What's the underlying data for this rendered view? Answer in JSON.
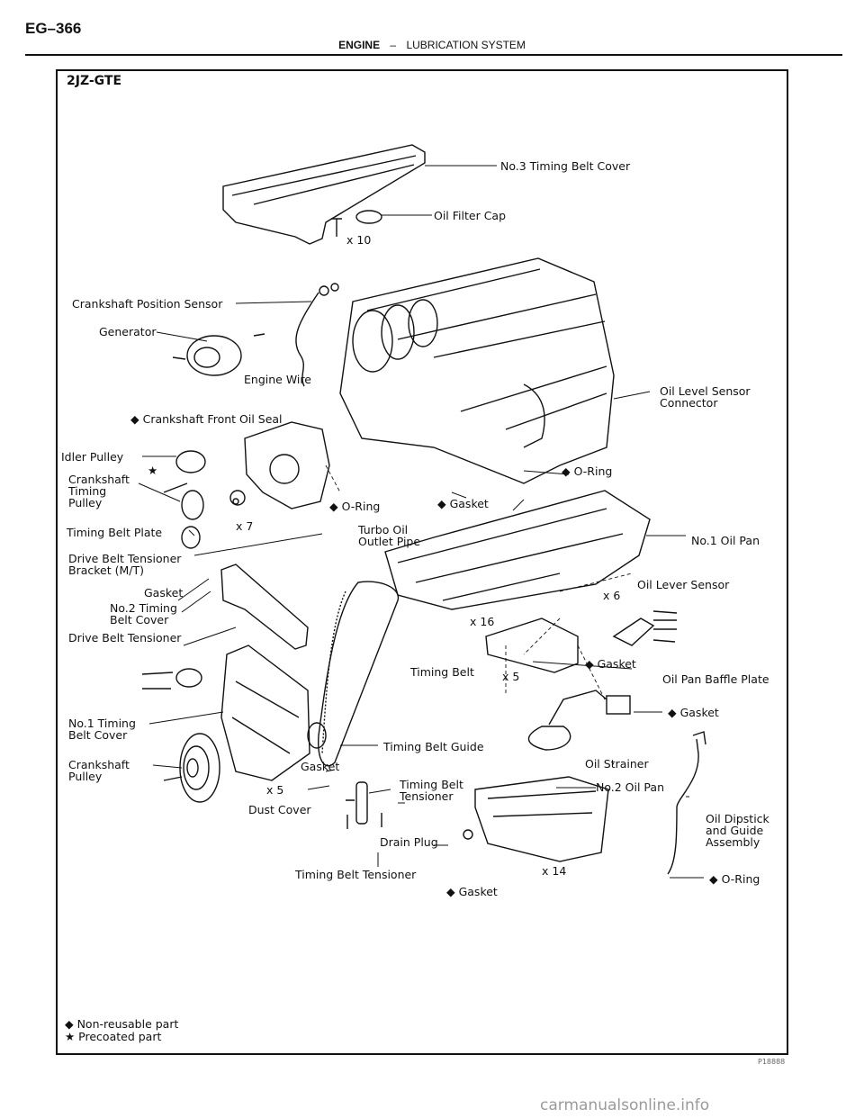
{
  "page": {
    "page_number": "EG–366",
    "section": "ENGINE",
    "separator": "–",
    "subsection": "LUBRICATION SYSTEM"
  },
  "diagram": {
    "model": "2JZ-GTE",
    "labels": {
      "no3_timing_belt_cover": "No.3 Timing Belt Cover",
      "oil_filter_cap": "Oil Filter Cap",
      "x10": "x 10",
      "crankshaft_position_sensor": "Crankshaft Position Sensor",
      "generator": "Generator",
      "engine_wire": "Engine Wire",
      "oil_level_sensor_connector": "Oil Level Sensor\nConnector",
      "crankshaft_front_oil_seal": "◆ Crankshaft Front Oil Seal",
      "idler_pulley": "Idler Pulley",
      "crankshaft_timing_pulley": "Crankshaft\nTiming\nPulley",
      "o_ring_1": "◆ O-Ring",
      "o_ring_2": "◆ O-Ring",
      "gasket_1": "◆ Gasket",
      "timing_belt_plate": "Timing Belt Plate",
      "x7": "x 7",
      "turbo_oil_outlet_pipe": "Turbo Oil\nOutlet Pipe",
      "no1_oil_pan": "No.1 Oil Pan",
      "drive_belt_tensioner_bracket": "Drive Belt Tensioner\nBracket (M/T)",
      "gasket_2": "Gasket",
      "no2_timing_belt_cover": "No.2 Timing\nBelt Cover",
      "drive_belt_tensioner": "Drive Belt Tensioner",
      "x6": "x 6",
      "oil_lever_sensor": "Oil Lever Sensor",
      "x16": "x 16",
      "timing_belt": "Timing Belt",
      "x5_a": "x 5",
      "gasket_3": "◆ Gasket",
      "oil_pan_baffle_plate": "Oil Pan Baffle Plate",
      "gasket_4": "◆ Gasket",
      "no1_timing_belt_cover": "No.1 Timing\nBelt Cover",
      "timing_belt_guide": "Timing Belt Guide",
      "crankshaft_pulley": "Crankshaft\nPulley",
      "gasket_5": "Gasket",
      "oil_strainer": "Oil Strainer",
      "x5_b": "x 5",
      "timing_belt_tensioner_1": "Timing Belt\nTensioner",
      "no2_oil_pan": "No.2 Oil Pan",
      "dust_cover": "Dust Cover",
      "oil_dipstick": "Oil Dipstick\nand Guide\nAssembly",
      "drain_plug": "Drain Plug",
      "timing_belt_tensioner_2": "Timing Belt Tensioner",
      "x14": "x 14",
      "o_ring_3": "◆ O-Ring",
      "gasket_6": "◆ Gasket",
      "star": "★"
    },
    "legend": {
      "non_reusable": "◆  Non-reusable part",
      "precoated": "★  Precoated part"
    },
    "figure_id": "P18888"
  },
  "watermark": "carmanualsonline.info"
}
